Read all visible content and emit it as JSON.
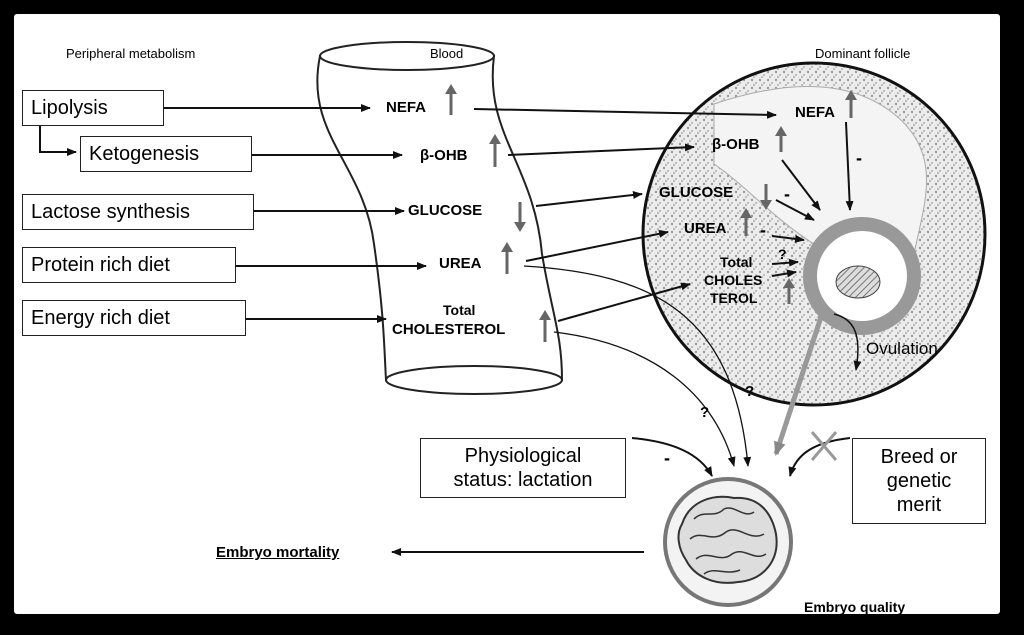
{
  "headers": {
    "peripheral": "Peripheral metabolism",
    "blood": "Blood",
    "follicle": "Dominant follicle"
  },
  "left_boxes": {
    "lipolysis": "Lipolysis",
    "ketogenesis": "Ketogenesis",
    "lactose": "Lactose synthesis",
    "protein": "Protein rich diet",
    "energy": "Energy rich diet"
  },
  "blood_labels": {
    "nefa": "NEFA",
    "bohb": "β-OHB",
    "glucose": "GLUCOSE",
    "urea": "UREA",
    "total": "Total",
    "cholesterol": "CHOLESTEROL"
  },
  "follicle_labels": {
    "nefa": "NEFA",
    "bohb": "β-OHB",
    "glucose": "GLUCOSE",
    "urea": "UREA",
    "total": "Total",
    "choles": "CHOLES",
    "terol": "TEROL",
    "question": "?"
  },
  "signs": {
    "minus": "-",
    "question": "?"
  },
  "ovulation": "Ovulation",
  "physiological": {
    "line1": "Physiological",
    "line2": "status: lactation"
  },
  "breed": {
    "line1": "Breed or",
    "line2": "genetic",
    "line3": "merit"
  },
  "embryo_mortality": "Embryo mortality",
  "embryo_quality": "Embryo quality",
  "colors": {
    "up_arrow": "#666666",
    "ovulation_arrow": "#aaaaaa",
    "cross": "#999999"
  }
}
